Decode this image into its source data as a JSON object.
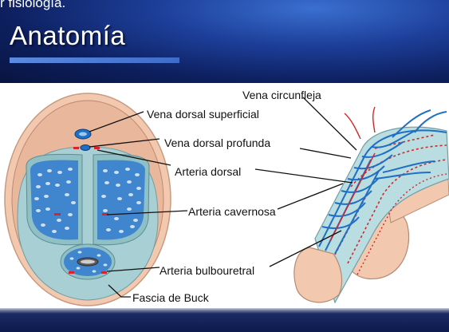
{
  "caption_top": "r fisiología.",
  "slide": {
    "title": "Anatomía"
  },
  "diagram": {
    "labels": {
      "vena_circunfleja": "Vena circunfleja",
      "vena_dorsal_superficial": "Vena dorsal superficial",
      "vena_dorsal_profunda": "Vena dorsal profunda",
      "arteria_dorsal": "Arteria dorsal",
      "arteria_cavernosa": "Arteria cavernosa",
      "arteria_bulbouretral": "Arteria bulbouretral",
      "fascia_de_buck": "Fascia de Buck"
    }
  },
  "colors": {
    "accent_blue": "#1f6fc4",
    "artery_red": "#d2262c",
    "skin": "#f3c9b0",
    "fascia": "#a9cfd3",
    "background_navy": "#0d1f5e"
  }
}
